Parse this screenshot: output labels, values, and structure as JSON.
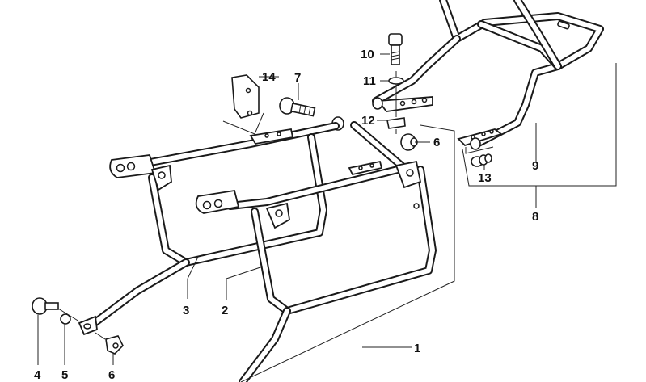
{
  "diagram": {
    "title": "Pannier carrier frame — exploded parts diagram",
    "callouts": [
      {
        "id": "1",
        "label": "1"
      },
      {
        "id": "2",
        "label": "2"
      },
      {
        "id": "3",
        "label": "3"
      },
      {
        "id": "4",
        "label": "4"
      },
      {
        "id": "5",
        "label": "5"
      },
      {
        "id": "6a",
        "label": "6"
      },
      {
        "id": "6b",
        "label": "6"
      },
      {
        "id": "7",
        "label": "7"
      },
      {
        "id": "8",
        "label": "8"
      },
      {
        "id": "9",
        "label": "9"
      },
      {
        "id": "10",
        "label": "10"
      },
      {
        "id": "11",
        "label": "11"
      },
      {
        "id": "12",
        "label": "12"
      },
      {
        "id": "13",
        "label": "13"
      },
      {
        "id": "14",
        "label": "14"
      }
    ],
    "colors": {
      "line": "#1a1a1a",
      "background": "#ffffff"
    }
  }
}
